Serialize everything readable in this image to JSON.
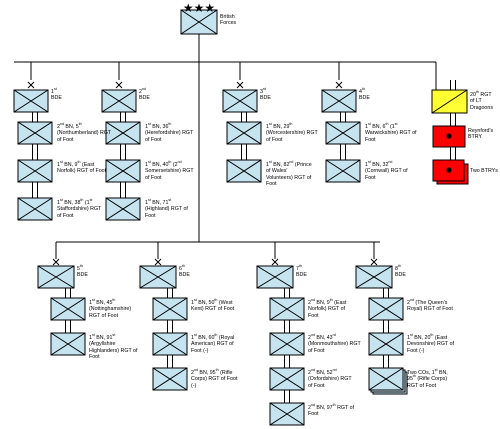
{
  "hq": {
    "label": "British Forces",
    "rank_marks": "★★★"
  },
  "top_brigades": [
    {
      "brigade": "1st BDE",
      "units": [
        {
          "label": "2nd BN, 5th (Northumberland) RGT of Foot"
        },
        {
          "label": "1st BN, 9th (East Norfolk) RGT of Foot"
        },
        {
          "label": "1st BN, 38th (1st Staffordshire) RGT of Foot"
        }
      ]
    },
    {
      "brigade": "2nd BDE",
      "units": [
        {
          "label": "1st BN, 36th (Herefordshire) RGT of Foot"
        },
        {
          "label": "1st BN, 40th (2nd Somersetshire) RGT of Foot"
        },
        {
          "label": "1st BN, 71st (Highland) RGT of Foot"
        }
      ]
    },
    {
      "brigade": "3rd BDE",
      "units": [
        {
          "label": "1st BN, 29th (Worcestershire) RGT of Foot"
        },
        {
          "label": "1st BN, 82nd (Prince of Wales' Volunteers) RGT of Foot"
        }
      ]
    },
    {
      "brigade": "4th BDE",
      "units": [
        {
          "label": "1st BN, 6th (1st Warwickshire) RGT of Foot"
        },
        {
          "label": "1st BN, 32nd (Cornwall) RGT of Foot"
        }
      ]
    }
  ],
  "attached_units": [
    {
      "label": "20th RGT of LT Dragoons",
      "color": "#ffff33"
    },
    {
      "label": "Reynford's BTRY",
      "color": "#ff0000"
    },
    {
      "label": "Two BTRYs",
      "color": "#ff0000"
    }
  ],
  "bottom_brigades": [
    {
      "brigade": "5th BDE",
      "units": [
        {
          "label": "1st BN, 45th (Nottinghamshire) RGT of Foot"
        },
        {
          "label": "1st BN, 91st (Argyllshire Highlanders) RGT of Foot"
        }
      ]
    },
    {
      "brigade": "6th BDE",
      "units": [
        {
          "label": "1st BN, 50th (West Kent) RGT of Foot"
        },
        {
          "label": "1st BN, 60th (Royal American) RGT of Foot (-)"
        },
        {
          "label": "2nd BN, 95th (Rifle Corps) RGT of Foot (-)"
        }
      ]
    },
    {
      "brigade": "7th BDE",
      "units": [
        {
          "label": "2nd BN, 9th (East Norfolk) RGT of Foot"
        },
        {
          "label": "2nd BN, 43rd (Monmouthshire) RGT of Foot"
        },
        {
          "label": "2nd BN, 52nd (Oxfordshire) RGT of Foot"
        },
        {
          "label": "2nd BN, 97th RGT of Foot"
        }
      ]
    },
    {
      "brigade": "8th BDE",
      "units": [
        {
          "label": "2nd (The Queen's Royal) RGT of Foot"
        },
        {
          "label": "1st BN, 20th (East Devonshire) RGT of Foot (-)"
        },
        {
          "label": "Two COs, 1st BN, 95th (Rifle Corps) RGT of Foot"
        }
      ]
    }
  ],
  "colors": {
    "infantry_fill": "#c5e4ef",
    "cavalry_fill": "#ffff33",
    "artillery_fill": "#ff0000",
    "line": "#000000"
  }
}
